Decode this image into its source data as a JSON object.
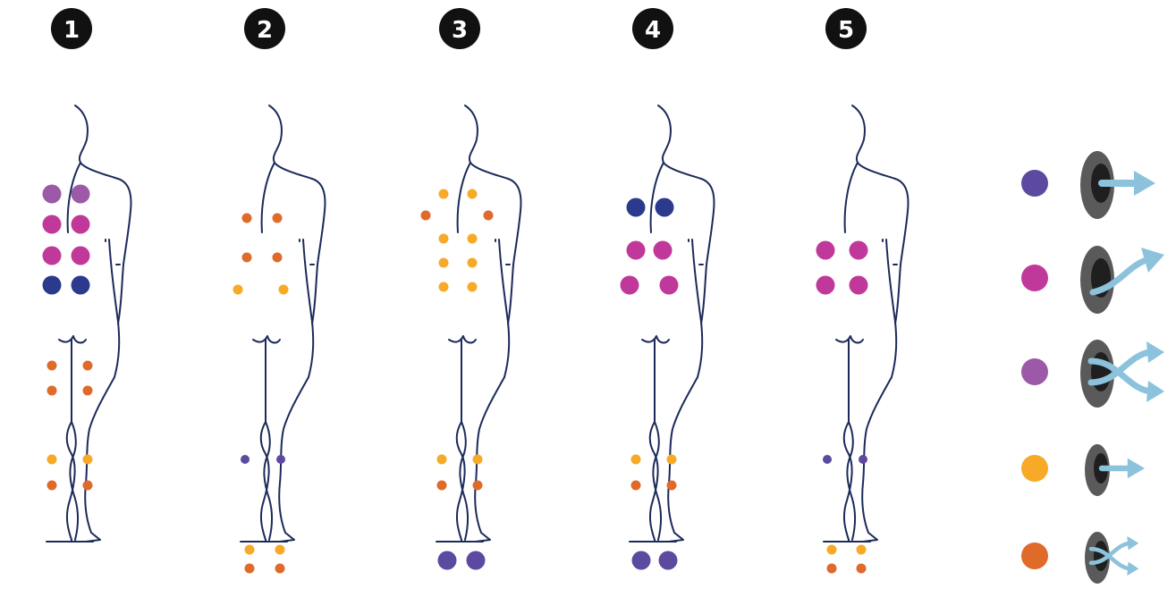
{
  "colors": {
    "outline": "#1b2a5a",
    "badge": "#111111",
    "light_purple": "#9b59a8",
    "magenta": "#c0399a",
    "navy": "#2b3a8c",
    "violet": "#5b4aa0",
    "orange": "#e06a2a",
    "yellow": "#f7a928",
    "arrow": "#8cc2dc",
    "pad_outer": "#5a5a5a",
    "pad_inner": "#1f1f1f"
  },
  "panels": [
    {
      "number": "1",
      "dots": [
        {
          "zone": "upper-back",
          "color": "light_purple",
          "size": "large"
        },
        {
          "zone": "upper-back",
          "color": "light_purple",
          "size": "large"
        },
        {
          "zone": "upper-back",
          "color": "magenta",
          "size": "large"
        },
        {
          "zone": "upper-back",
          "color": "magenta",
          "size": "large"
        },
        {
          "zone": "mid-back",
          "color": "magenta",
          "size": "large"
        },
        {
          "zone": "mid-back",
          "color": "magenta",
          "size": "large"
        },
        {
          "zone": "lower-back",
          "color": "navy",
          "size": "large"
        },
        {
          "zone": "lower-back",
          "color": "navy",
          "size": "large"
        },
        {
          "zone": "thigh",
          "color": "orange",
          "size": "small"
        },
        {
          "zone": "thigh",
          "color": "orange",
          "size": "small"
        },
        {
          "zone": "thigh",
          "color": "orange",
          "size": "small"
        },
        {
          "zone": "thigh",
          "color": "orange",
          "size": "small"
        },
        {
          "zone": "calf",
          "color": "yellow",
          "size": "small"
        },
        {
          "zone": "calf",
          "color": "yellow",
          "size": "small"
        },
        {
          "zone": "calf",
          "color": "orange",
          "size": "small"
        },
        {
          "zone": "calf",
          "color": "orange",
          "size": "small"
        }
      ]
    },
    {
      "number": "2",
      "dots": [
        {
          "zone": "upper-back",
          "color": "orange",
          "size": "small"
        },
        {
          "zone": "upper-back",
          "color": "orange",
          "size": "small"
        },
        {
          "zone": "mid-back",
          "color": "orange",
          "size": "small"
        },
        {
          "zone": "mid-back",
          "color": "orange",
          "size": "small"
        },
        {
          "zone": "lower-back",
          "color": "yellow",
          "size": "small"
        },
        {
          "zone": "lower-back",
          "color": "yellow",
          "size": "small"
        },
        {
          "zone": "knee",
          "color": "violet",
          "size": "tiny"
        },
        {
          "zone": "knee",
          "color": "violet",
          "size": "tiny"
        },
        {
          "zone": "feet",
          "color": "yellow",
          "size": "small"
        },
        {
          "zone": "feet",
          "color": "yellow",
          "size": "small"
        },
        {
          "zone": "feet",
          "color": "orange",
          "size": "small"
        },
        {
          "zone": "feet",
          "color": "orange",
          "size": "small"
        }
      ]
    },
    {
      "number": "3",
      "dots": [
        {
          "zone": "upper-back",
          "color": "yellow",
          "size": "small"
        },
        {
          "zone": "upper-back",
          "color": "yellow",
          "size": "small"
        },
        {
          "zone": "shoulder",
          "color": "orange",
          "size": "small"
        },
        {
          "zone": "shoulder",
          "color": "orange",
          "size": "small"
        },
        {
          "zone": "mid-back",
          "color": "yellow",
          "size": "small"
        },
        {
          "zone": "mid-back",
          "color": "yellow",
          "size": "small"
        },
        {
          "zone": "mid-back",
          "color": "yellow",
          "size": "small"
        },
        {
          "zone": "mid-back",
          "color": "yellow",
          "size": "small"
        },
        {
          "zone": "lower-back",
          "color": "yellow",
          "size": "small"
        },
        {
          "zone": "lower-back",
          "color": "yellow",
          "size": "small"
        },
        {
          "zone": "calf",
          "color": "yellow",
          "size": "small"
        },
        {
          "zone": "calf",
          "color": "yellow",
          "size": "small"
        },
        {
          "zone": "calf",
          "color": "orange",
          "size": "small"
        },
        {
          "zone": "calf",
          "color": "orange",
          "size": "small"
        },
        {
          "zone": "feet",
          "color": "violet",
          "size": "large"
        },
        {
          "zone": "feet",
          "color": "violet",
          "size": "large"
        }
      ]
    },
    {
      "number": "4",
      "dots": [
        {
          "zone": "upper-back",
          "color": "navy",
          "size": "large"
        },
        {
          "zone": "upper-back",
          "color": "navy",
          "size": "large"
        },
        {
          "zone": "mid-back",
          "color": "magenta",
          "size": "large"
        },
        {
          "zone": "mid-back",
          "color": "magenta",
          "size": "large"
        },
        {
          "zone": "lower-back",
          "color": "magenta",
          "size": "large"
        },
        {
          "zone": "lower-back",
          "color": "magenta",
          "size": "large"
        },
        {
          "zone": "calf",
          "color": "yellow",
          "size": "small"
        },
        {
          "zone": "calf",
          "color": "yellow",
          "size": "small"
        },
        {
          "zone": "calf",
          "color": "orange",
          "size": "small"
        },
        {
          "zone": "calf",
          "color": "orange",
          "size": "small"
        },
        {
          "zone": "feet",
          "color": "violet",
          "size": "large"
        },
        {
          "zone": "feet",
          "color": "violet",
          "size": "large"
        }
      ]
    },
    {
      "number": "5",
      "dots": [
        {
          "zone": "mid-back",
          "color": "magenta",
          "size": "large"
        },
        {
          "zone": "mid-back",
          "color": "magenta",
          "size": "large"
        },
        {
          "zone": "lower-back",
          "color": "magenta",
          "size": "large"
        },
        {
          "zone": "lower-back",
          "color": "magenta",
          "size": "large"
        },
        {
          "zone": "knee",
          "color": "violet",
          "size": "tiny"
        },
        {
          "zone": "knee",
          "color": "violet",
          "size": "tiny"
        },
        {
          "zone": "feet",
          "color": "yellow",
          "size": "small"
        },
        {
          "zone": "feet",
          "color": "yellow",
          "size": "small"
        },
        {
          "zone": "feet",
          "color": "orange",
          "size": "small"
        },
        {
          "zone": "feet",
          "color": "orange",
          "size": "small"
        }
      ]
    }
  ],
  "legend": [
    {
      "color": "violet",
      "pad": "large",
      "arrow": "straight-arrow-icon"
    },
    {
      "color": "magenta",
      "pad": "large",
      "arrow": "curved-arrow-icon"
    },
    {
      "color": "light_purple",
      "pad": "large",
      "arrow": "crossing-arrows-icon"
    },
    {
      "color": "yellow",
      "pad": "small",
      "arrow": "straight-arrow-icon"
    },
    {
      "color": "orange",
      "pad": "small",
      "arrow": "crossing-arrows-icon"
    }
  ]
}
